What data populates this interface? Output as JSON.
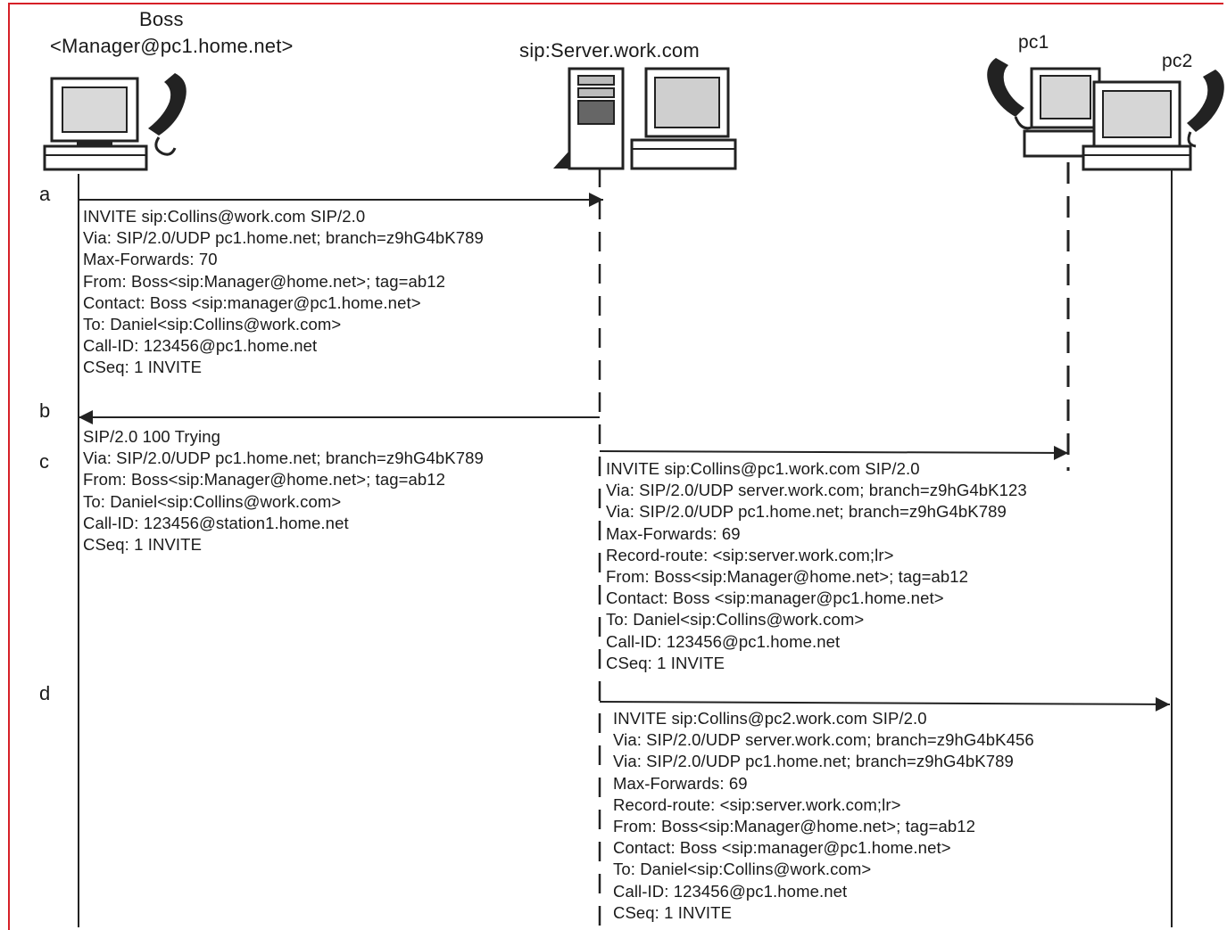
{
  "participants": {
    "boss_name": "Boss",
    "boss_uri": "<Manager@pc1.home.net>",
    "server": "sip:Server.work.com",
    "pc1": "pc1",
    "pc2": "pc2"
  },
  "steps": {
    "a": "a",
    "b": "b",
    "c": "c",
    "d": "d"
  },
  "messages": {
    "a": [
      "INVITE sip:Collins@work.com SIP/2.0",
      "Via: SIP/2.0/UDP pc1.home.net; branch=z9hG4bK789",
      "Max-Forwards: 70",
      "From: Boss<sip:Manager@home.net>; tag=ab12",
      "Contact: Boss <sip:manager@pc1.home.net>",
      "To: Daniel<sip:Collins@work.com>",
      "Call-ID: 123456@pc1.home.net",
      "CSeq: 1 INVITE"
    ],
    "b": [
      "SIP/2.0 100 Trying",
      "Via: SIP/2.0/UDP pc1.home.net; branch=z9hG4bK789",
      "From: Boss<sip:Manager@home.net>; tag=ab12",
      "To: Daniel<sip:Collins@work.com>",
      "Call-ID: 123456@station1.home.net",
      "CSeq: 1 INVITE"
    ],
    "c": [
      "INVITE sip:Collins@pc1.work.com SIP/2.0",
      "Via: SIP/2.0/UDP server.work.com; branch=z9hG4bK123",
      "Via: SIP/2.0/UDP pc1.home.net; branch=z9hG4bK789",
      "Max-Forwards: 69",
      "Record-route: <sip:server.work.com;lr>",
      "From: Boss<sip:Manager@home.net>; tag=ab12",
      "Contact: Boss <sip:manager@pc1.home.net>",
      "To: Daniel<sip:Collins@work.com>",
      "Call-ID: 123456@pc1.home.net",
      "CSeq: 1 INVITE"
    ],
    "d": [
      "INVITE sip:Collins@pc2.work.com SIP/2.0",
      "Via: SIP/2.0/UDP server.work.com; branch=z9hG4bK456",
      "Via: SIP/2.0/UDP pc1.home.net; branch=z9hG4bK789",
      "Max-Forwards: 69",
      "Record-route: <sip:server.work.com;lr>",
      "From: Boss<sip:Manager@home.net>; tag=ab12",
      "Contact: Boss <sip:manager@pc1.home.net>",
      "To: Daniel<sip:Collins@work.com>",
      "Call-ID: 123456@pc1.home.net",
      "CSeq: 1 INVITE"
    ]
  },
  "icons": {
    "boss": "computer-with-phone-icon",
    "server": "server-tower-with-monitor-icon",
    "pc1": "computer-with-phone-icon",
    "pc2": "computer-with-phone-icon"
  },
  "colors": {
    "frame": "#d62027",
    "ink": "#1a1a1a"
  }
}
